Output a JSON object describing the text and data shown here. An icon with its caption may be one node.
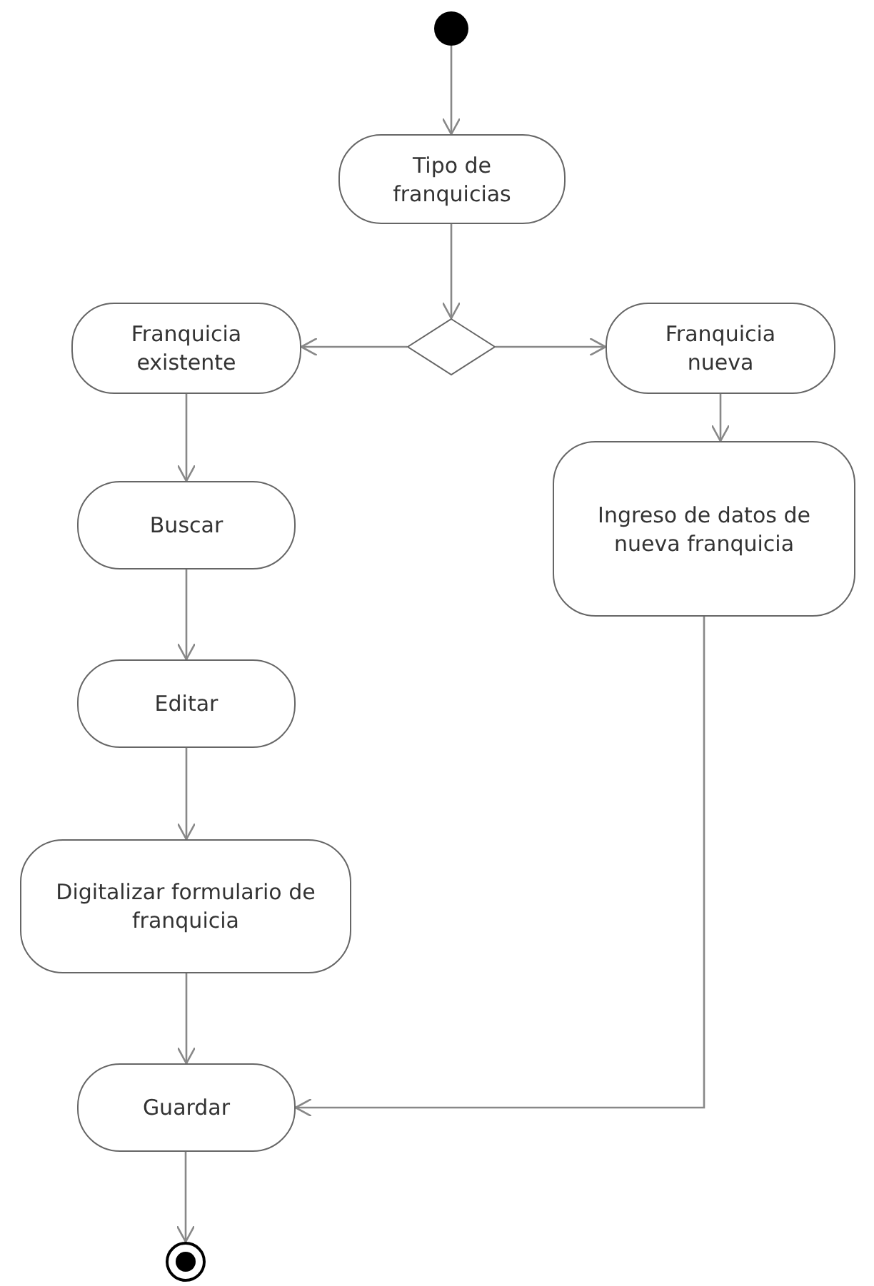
{
  "diagram": {
    "nodes": [
      {
        "text": [],
        "shape": "circle"
      },
      {
        "text": [
          "Tipo de franquicias"
        ]
      },
      {
        "text": [],
        "shape": "diamond"
      },
      {
        "text": [
          "Franquicia existente"
        ]
      },
      {
        "text": [
          "Franquicia nueva"
        ]
      },
      {
        "text": [
          "Buscar"
        ]
      },
      {
        "text": [
          "Ingreso de datos de nueva franquicia"
        ]
      },
      {
        "text": [
          "Editar"
        ]
      },
      {
        "text": [
          "Digitalizar formulario de franquicia"
        ]
      },
      {
        "text": [
          "Guardar"
        ]
      },
      {
        "text": [],
        "shape": "bullseye"
      }
    ],
    "edges": [
      {
        "from": 0,
        "to": 1,
        "arrow": "to"
      },
      {
        "from": 1,
        "to": 2,
        "arrow": "to"
      },
      {
        "from": 2,
        "to": 3,
        "arrow": "to"
      },
      {
        "from": 2,
        "to": 4,
        "arrow": "to"
      },
      {
        "from": 3,
        "to": 5,
        "arrow": "to"
      },
      {
        "from": 4,
        "to": 6,
        "arrow": "to"
      },
      {
        "from": 5,
        "to": 7,
        "arrow": "to"
      },
      {
        "from": 7,
        "to": 8,
        "arrow": "to"
      },
      {
        "from": 8,
        "to": 9,
        "arrow": "to"
      },
      {
        "from": 6,
        "to": 9,
        "arrow": "to"
      },
      {
        "from": 9,
        "to": 10,
        "arrow": "to"
      }
    ]
  }
}
